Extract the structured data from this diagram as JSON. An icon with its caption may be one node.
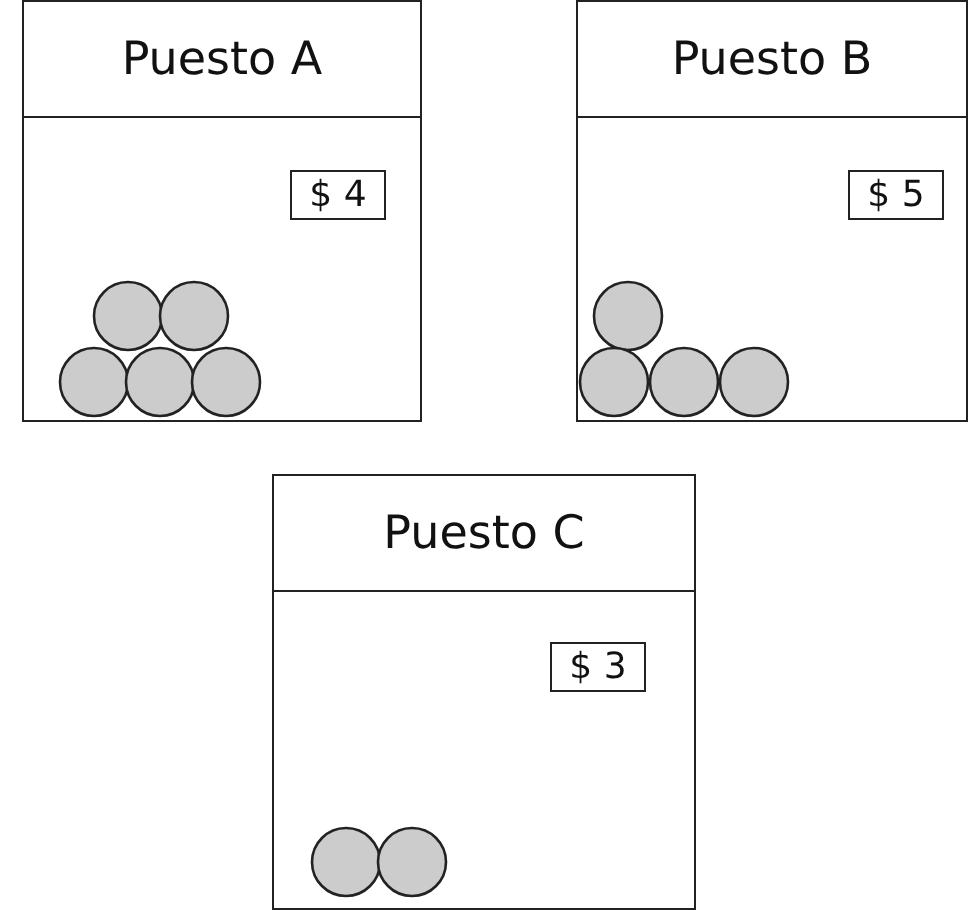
{
  "diagram": {
    "nodes": [
      {
        "text": [
          "Puesto A"
        ]
      },
      {
        "text": [
          "$ 4"
        ],
        "in": 0
      },
      {
        "text": [],
        "shape": "circle",
        "in": 0
      },
      {
        "text": [],
        "shape": "circle",
        "in": 0
      },
      {
        "text": [],
        "shape": "circle",
        "in": 0
      },
      {
        "text": [],
        "shape": "circle",
        "in": 0
      },
      {
        "text": [],
        "shape": "circle",
        "in": 0
      },
      {
        "text": [
          "Puesto B"
        ]
      },
      {
        "text": [
          "$ 5"
        ],
        "in": 7
      },
      {
        "text": [],
        "shape": "circle",
        "in": 7
      },
      {
        "text": [],
        "shape": "circle",
        "in": 7
      },
      {
        "text": [],
        "shape": "circle",
        "in": 7
      },
      {
        "text": [],
        "shape": "circle",
        "in": 7
      },
      {
        "text": [
          "Puesto C"
        ]
      },
      {
        "text": [
          "$ 3"
        ],
        "in": 13
      },
      {
        "text": [],
        "shape": "circle",
        "in": 13
      },
      {
        "text": [],
        "shape": "circle",
        "in": 13
      }
    ]
  }
}
